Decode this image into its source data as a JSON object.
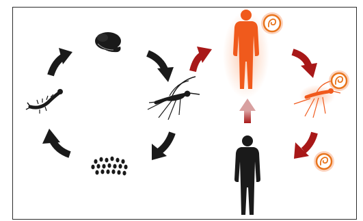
{
  "figure": {
    "title": "",
    "colors": {
      "stage_dark": "#1a1a1a",
      "infected": "#f05a1c",
      "infected_glow": "#f8a070",
      "arrow_red": "#a81818",
      "arrow_red_light": "#c03030",
      "arrow_pink": "#d8a0a0",
      "parasite": "#e8741c",
      "background": "#ffffff"
    },
    "life_cycle": {
      "stages": [
        "pupa",
        "adult-mosquito",
        "eggs",
        "larva"
      ],
      "direction": "clockwise"
    },
    "transmission": {
      "nodes": [
        "infected-human",
        "infected-mosquito",
        "healthy-human"
      ],
      "parasite_badges": 3
    }
  }
}
